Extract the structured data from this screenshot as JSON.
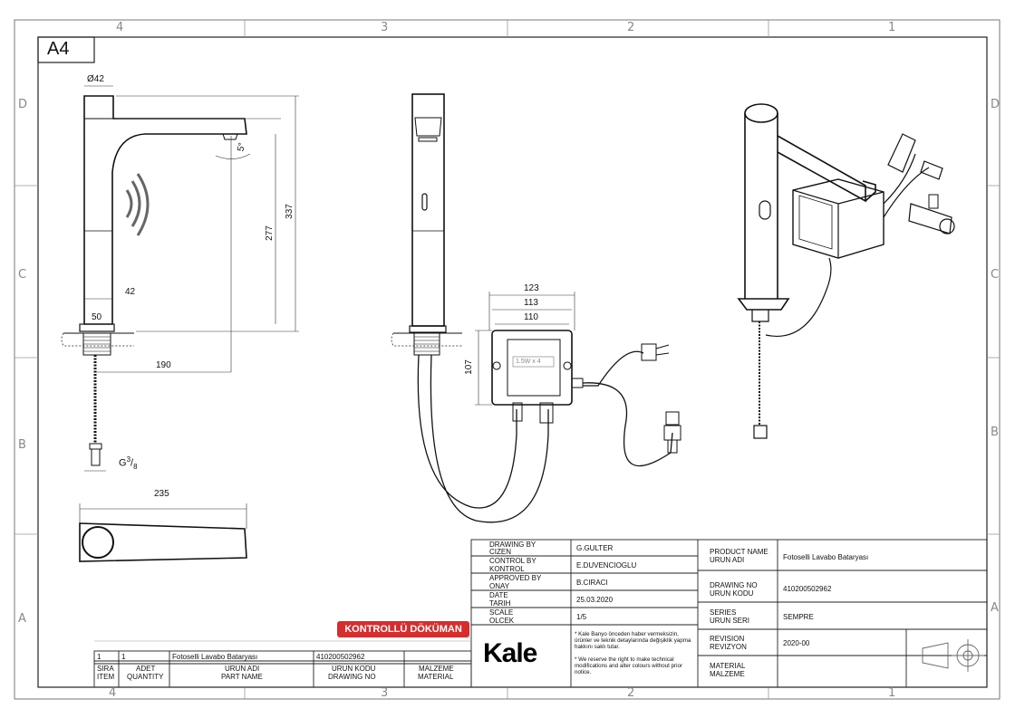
{
  "sheet": {
    "size": "A4",
    "top_zone_numbers": [
      "4",
      "3",
      "2",
      "1"
    ],
    "bottom_zone_numbers": [
      "4",
      "3",
      "2",
      "1"
    ],
    "left_zone_letters": [
      "D",
      "C",
      "B",
      "A"
    ],
    "right_zone_letters": [
      "D",
      "C",
      "B",
      "A"
    ]
  },
  "dimensions": {
    "diameter": "Ø42",
    "angle": "5°",
    "height_277": "277",
    "height_337": "337",
    "d42": "42",
    "d50": "50",
    "d190": "190",
    "thread_g": "G",
    "thread_num": "3",
    "thread_den": "8",
    "d235": "235",
    "box_123": "123",
    "box_113": "113",
    "box_110": "110",
    "box_107": "107",
    "box_label": "1.5W x 4"
  },
  "stamp": "KONTROLLÜ DÖKÜMAN",
  "parts_list": {
    "row": {
      "item": "1",
      "quantity": "1",
      "part_name": "Fotoselli Lavabo Bataryası",
      "drawing_no": "410200502962",
      "material": ""
    },
    "headers": {
      "item": [
        "SIRA",
        "ITEM"
      ],
      "quantity": [
        "ADET",
        "QUANTITY"
      ],
      "part_name": [
        "URUN ADI",
        "PART NAME"
      ],
      "drawing_no": [
        "URUN KODU",
        "DRAWING NO"
      ],
      "material": [
        "MALZEME",
        "MATERIAL"
      ]
    }
  },
  "title_block": {
    "left": [
      {
        "label_en": "DRAWING BY",
        "label_tr": "CIZEN",
        "value": "G.GULTER"
      },
      {
        "label_en": "CONTROL BY",
        "label_tr": "KONTROL",
        "value": "E.DUVENCIOGLU"
      },
      {
        "label_en": "APPROVED BY",
        "label_tr": "ONAY",
        "value": "B.CIRACI"
      },
      {
        "label_en": "DATE",
        "label_tr": "TARIH",
        "value": "25.03.2020"
      },
      {
        "label_en": "SCALE",
        "label_tr": "OLCEK",
        "value": "1/5"
      }
    ],
    "right": [
      {
        "label_en": "PRODUCT NAME",
        "label_tr": "URUN ADI",
        "value": "Fotoselli Lavabo Bataryası"
      },
      {
        "label_en": "DRAWING NO",
        "label_tr": "URUN KODU",
        "value": "410200502962"
      },
      {
        "label_en": "SERIES",
        "label_tr": "URUN SERI",
        "value": "SEMPRE"
      },
      {
        "label_en": "REVISION",
        "label_tr": "REVIZYON",
        "value": "2020-00"
      },
      {
        "label_en": "MATERIAL",
        "label_tr": "MALZEME",
        "value": ""
      }
    ],
    "logo": "Kale",
    "notes": [
      "Kale Banyo önceden haber vermeksizin, ürünler ve teknik detaylarında değişiklik yapma hakkını saklı tutar.",
      "We reserve the right to make technical modifications and alter colours without prior notice."
    ]
  }
}
